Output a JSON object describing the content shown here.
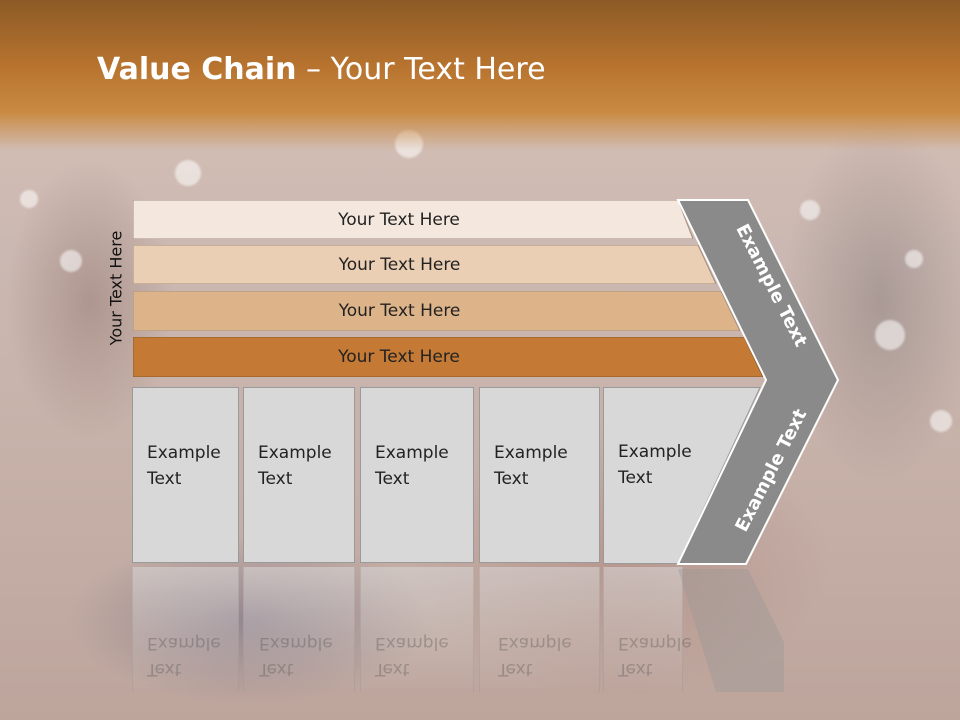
{
  "slide": {
    "title_bold": "Value Chain",
    "title_rest": " – Your Text Here",
    "side_label": "Your Text Here",
    "bars": [
      {
        "label": "Your Text Here",
        "color": "#f4e8de"
      },
      {
        "label": "Your Text Here",
        "color": "#ebcfb4"
      },
      {
        "label": "Your Text Here",
        "color": "#ddb48a"
      },
      {
        "label": "Your Text Here",
        "color": "#c47a35"
      }
    ],
    "columns": [
      {
        "line1": "Example",
        "line2": "Text"
      },
      {
        "line1": "Example",
        "line2": "Text"
      },
      {
        "line1": "Example",
        "line2": "Text"
      },
      {
        "line1": "Example",
        "line2": "Text"
      },
      {
        "line1": "Example",
        "line2": "Text"
      }
    ],
    "arrow_top": "Example Text",
    "arrow_bottom": "Example Text",
    "colors": {
      "arrow": "#8a8a8a",
      "panel": "#d8d8d8"
    }
  }
}
